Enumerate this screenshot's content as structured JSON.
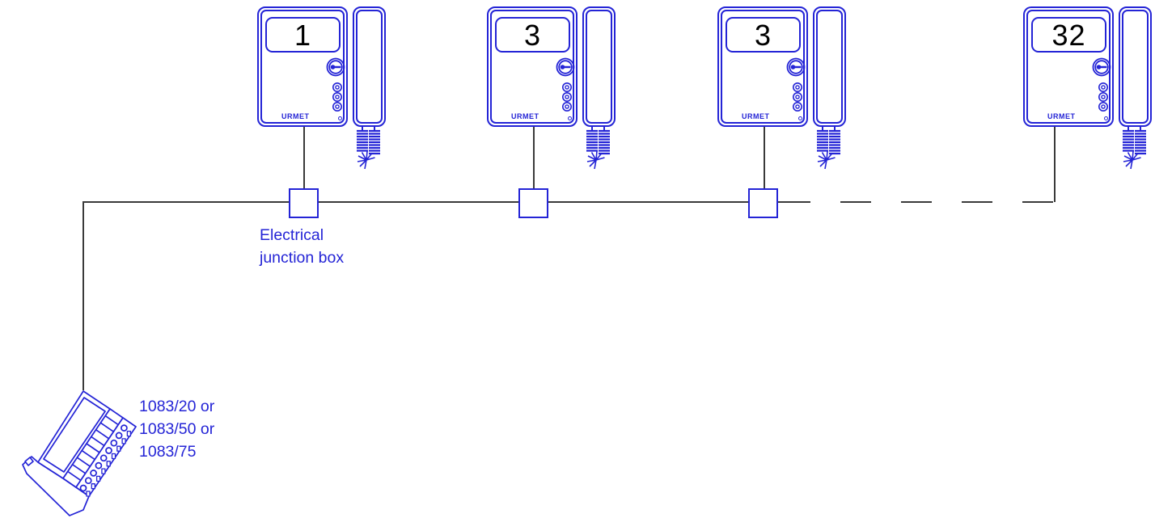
{
  "brand": "URMET",
  "units": [
    {
      "display": "1"
    },
    {
      "display": "3"
    },
    {
      "display": "3"
    },
    {
      "display": "32"
    }
  ],
  "labels": {
    "junction": [
      "Electrical",
      "junction box"
    ],
    "device": [
      "1083/20 or",
      "1083/50 or",
      "1083/75"
    ]
  },
  "colors": {
    "accent_blue": "#2424d6",
    "wire_gray": "#3a3a3a",
    "display_number": "#000000",
    "background": "#ffffff"
  }
}
